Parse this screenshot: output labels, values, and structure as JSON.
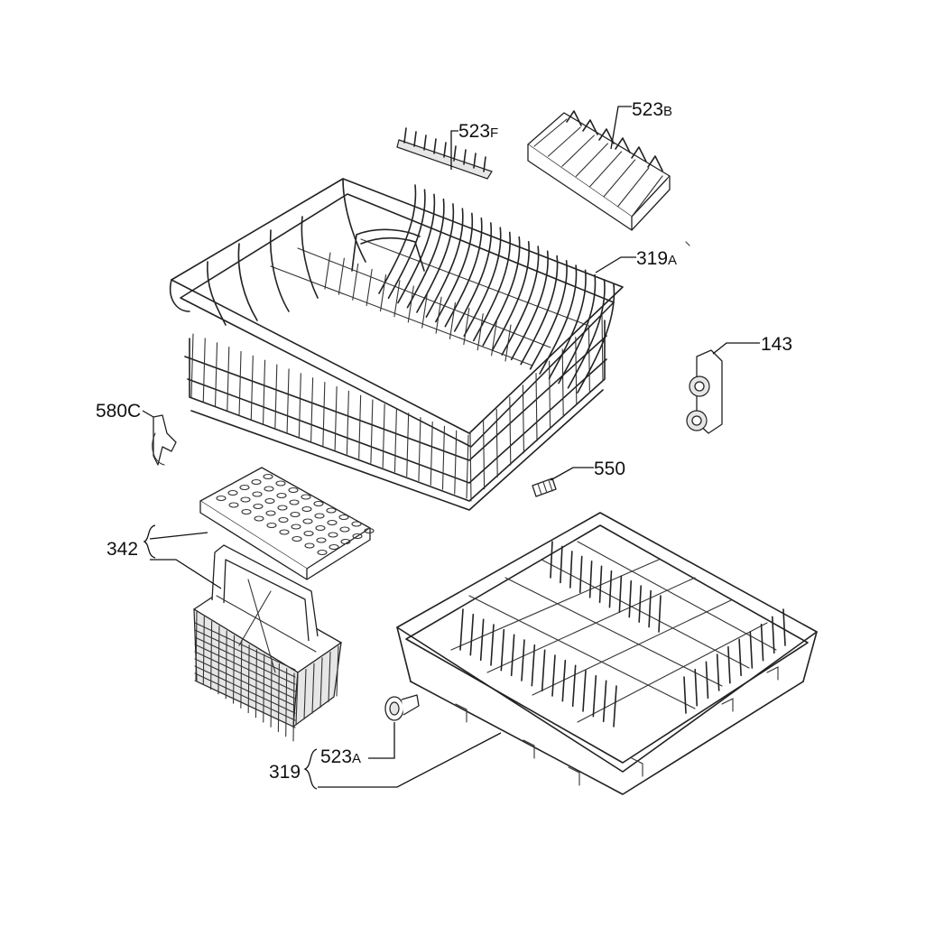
{
  "labels": {
    "p523f_num": "523",
    "p523f_suf": "F",
    "p523b_num": "523",
    "p523b_suf": "B",
    "p319a_num": "319",
    "p319a_suf": "A",
    "p143": "143",
    "p580c": "580C",
    "p550": "550",
    "p342": "342",
    "p319": "319",
    "p523a_num": "523",
    "p523a_suf": "A"
  }
}
